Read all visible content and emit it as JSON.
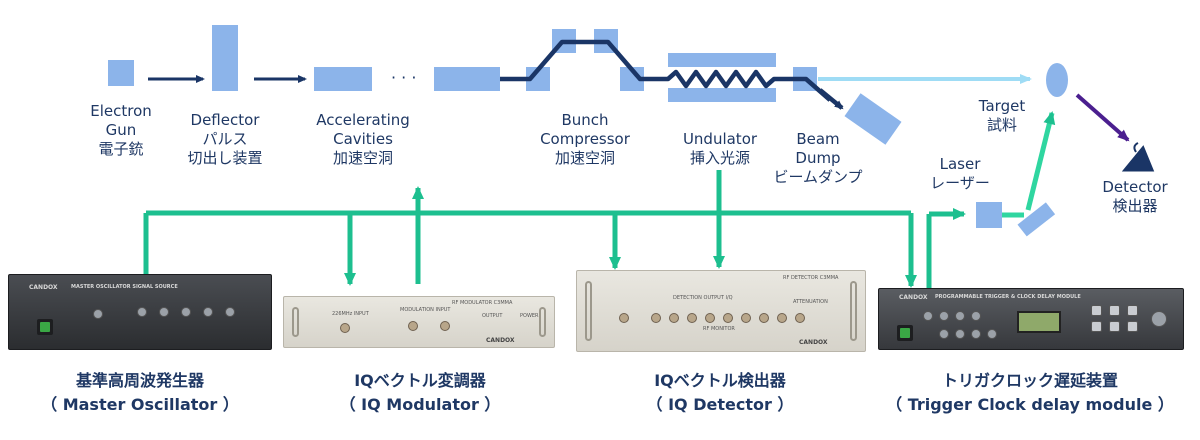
{
  "beamline": {
    "electron_gun": {
      "en": [
        "Electron",
        "Gun"
      ],
      "ja": "電子銃"
    },
    "deflector": {
      "en": "Deflector",
      "ja": [
        "パルス",
        "切出し装置"
      ]
    },
    "accelerating_cavities": {
      "en": [
        "Accelerating",
        "Cavities"
      ],
      "ja": "加速空洞"
    },
    "bunch_compressor": {
      "en": [
        "Bunch",
        "Compressor"
      ],
      "ja": "加速空洞"
    },
    "undulator": {
      "en": "Undulator",
      "ja": "挿入光源"
    },
    "beam_dump": {
      "en": [
        "Beam",
        "Dump"
      ],
      "ja": "ビームダンプ"
    },
    "target": {
      "en": "Target",
      "ja": "試料"
    },
    "laser": {
      "en": "Laser",
      "ja": "レーザー"
    },
    "detector": {
      "en": "Detector",
      "ja": "検出器"
    },
    "ellipsis": "· · ·"
  },
  "equipment": {
    "master_oscillator": {
      "ja": "基準高周波発生器",
      "en": "（ Master Oscillator ）"
    },
    "iq_modulator": {
      "ja": "IQベクトル変調器",
      "en": "（ IQ Modulator ）"
    },
    "iq_detector": {
      "ja": "IQベクトル検出器",
      "en": "（ IQ Detector ）"
    },
    "trigger_clock": {
      "ja": "トリガクロック遅延装置",
      "en": "（ Trigger Clock delay module ）"
    }
  },
  "panel_text": {
    "brand": "CANDOX",
    "mo_title": "MASTER OSCILLATOR SIGNAL SOURCE",
    "mod_title": "RF MODULATOR C3MMA",
    "mod_inputs": [
      "226MHz INPUT",
      "MODULATION INPUT",
      "OUTPUT",
      "POWER"
    ],
    "det_title": "RF DETECTOR C3MMA",
    "det_labels": [
      "DETECTION OUTPUT I/Q",
      "RF MONITOR",
      "ATTENUATION"
    ],
    "trig_title": "PROGRAMMABLE TRIGGER & CLOCK DELAY MODULE"
  },
  "colors": {
    "block": "#8cb4ea",
    "beam": "#1a3566",
    "laser_beam": "#9fdcf5",
    "signal": "#1dbf8f",
    "detector_arrow": "#4b1f8f",
    "text": "#1f3864"
  }
}
